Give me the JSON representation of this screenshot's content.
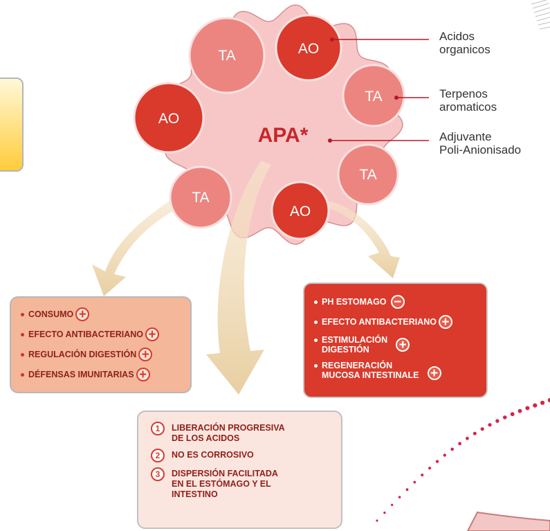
{
  "center": {
    "label": "APA*"
  },
  "bubbles": [
    {
      "label": "TA",
      "kind": "terpeno"
    },
    {
      "label": "AO",
      "kind": "acido"
    },
    {
      "label": "TA",
      "kind": "terpeno"
    },
    {
      "label": "AO",
      "kind": "acido"
    },
    {
      "label": "TA",
      "kind": "terpeno"
    },
    {
      "label": "TA",
      "kind": "terpeno"
    },
    {
      "label": "AO",
      "kind": "acido"
    }
  ],
  "callouts": [
    {
      "line1": "Acidos",
      "line2": "organicos"
    },
    {
      "line1": "Terpenos",
      "line2": "aromaticos"
    },
    {
      "line1": "Adjuvante",
      "line2": "Poli-Anionisado"
    }
  ],
  "left_box": {
    "items": [
      {
        "text": "CONSUMO",
        "sign": "+"
      },
      {
        "text": "EFECTO ANTIBACTERIANO",
        "sign": "+"
      },
      {
        "text": "REGULACIÓN DIGESTIÓN",
        "sign": "+"
      },
      {
        "text": "DÉFENSAS IMUNITARIAS",
        "sign": "+"
      }
    ]
  },
  "right_box": {
    "items": [
      {
        "text": "PH ESTOMAGO",
        "sign": "−"
      },
      {
        "text": "EFECTO ANTIBACTERIANO",
        "sign": "+"
      },
      {
        "line1": "ESTIMULACIÓN",
        "line2": "DIGESTIÓN",
        "sign": "+"
      },
      {
        "line1": "REGENERACIÓN",
        "line2": "MUCOSA INTESTINALE",
        "sign": "+"
      }
    ]
  },
  "bottom_box": {
    "items": [
      {
        "num": "1",
        "lines": [
          "LIBERACIÓN PROGRESIVA",
          "DE LOS ACIDOS"
        ]
      },
      {
        "num": "2",
        "lines": [
          "NO ES CORROSIVO"
        ]
      },
      {
        "num": "3",
        "lines": [
          "DISPERSIÓN FACILITADA",
          "EN EL ESTÓMAGO Y EL",
          "INTESTINO"
        ]
      }
    ]
  },
  "colors": {
    "blob": "#f7c7c7",
    "acido": "#d93a2b",
    "terpeno": "#ec8580",
    "accent": "#c6262a",
    "arrow": "#ecd2a8"
  }
}
